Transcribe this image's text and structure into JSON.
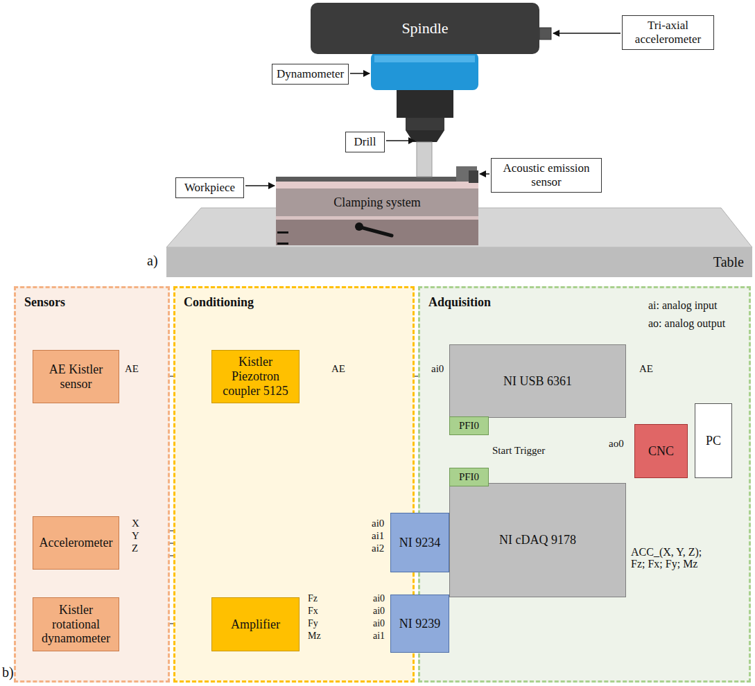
{
  "diagram": {
    "nodes": [
      {
        "text": [
          "Spindle"
        ]
      },
      {
        "text": [
          "Tri-axial accelerometer"
        ]
      },
      {
        "text": [
          "Dynamometer"
        ]
      },
      {
        "text": [
          "Drill"
        ]
      },
      {
        "text": [
          "Workpiece"
        ]
      },
      {
        "text": [
          "Acoustic emission sensor"
        ]
      },
      {
        "text": [
          "Clamping system"
        ]
      },
      {
        "text": [
          "Table"
        ]
      },
      {
        "text": [
          "Sensors"
        ]
      },
      {
        "text": [
          "AE Kistler sensor"
        ],
        "in": 8
      },
      {
        "text": [
          "Accelerometer"
        ],
        "in": 8
      },
      {
        "text": [
          "Kistler rotational dynamometer"
        ],
        "in": 8
      },
      {
        "text": [
          "Conditioning"
        ]
      },
      {
        "text": [
          "Kistler Piezotron coupler 5125"
        ],
        "in": 12
      },
      {
        "text": [
          "Amplifier"
        ],
        "in": 12
      },
      {
        "text": [
          "Adquisition"
        ]
      },
      {
        "text": [
          "NI USB 6361"
        ],
        "in": 15
      },
      {
        "text": [
          "PFI0"
        ],
        "in": 15
      },
      {
        "text": [
          "CNC"
        ],
        "in": 15
      },
      {
        "text": [
          "PC"
        ],
        "in": 15
      },
      {
        "text": [
          "NI cDAQ 9178"
        ],
        "in": 15
      },
      {
        "text": [
          "PFI0"
        ],
        "in": 15
      },
      {
        "text": [
          "NI 9234"
        ],
        "in": 15
      },
      {
        "text": [
          "NI 9239"
        ],
        "in": 15
      }
    ],
    "edges": [
      {
        "from": 9,
        "to": 13,
        "label": "AE",
        "arrow": "none"
      },
      {
        "from": 13,
        "to": 16,
        "label": "AE",
        "arrow": "none"
      },
      {
        "from": 16,
        "to": 19,
        "label": "AE",
        "arrow": "none"
      },
      {
        "from": 10,
        "to": 22,
        "label": "X",
        "arrow": "none"
      },
      {
        "from": 10,
        "to": 22,
        "label": "Y",
        "arrow": "none"
      },
      {
        "from": 10,
        "to": 22,
        "label": "Z",
        "arrow": "none"
      },
      {
        "from": 11,
        "to": 14,
        "arrow": "none"
      },
      {
        "from": 14,
        "to": 23,
        "label": "Fz",
        "arrow": "none"
      },
      {
        "from": 14,
        "to": 23,
        "label": "Fx",
        "arrow": "none"
      },
      {
        "from": 14,
        "to": 23,
        "label": "Fy",
        "arrow": "none"
      },
      {
        "from": 14,
        "to": 23,
        "label": "Mz",
        "arrow": "none"
      },
      {
        "from": 20,
        "to": 19,
        "label": "ACC_(X, Y, Z); Fz; Fx; Fy; Mz",
        "arrow": "none"
      },
      {
        "from": 18,
        "to": 17,
        "arrow": "none"
      },
      {
        "from": 18,
        "to": 21,
        "arrow": "none"
      }
    ],
    "labels": [
      "a)",
      "b)",
      "ai: analog input",
      "ao: analog output",
      "ai0",
      "ai0",
      "ai1",
      "ai2",
      "ai0",
      "ai0",
      "ai0",
      "ai1",
      "Start Trigger",
      "ao0"
    ]
  }
}
